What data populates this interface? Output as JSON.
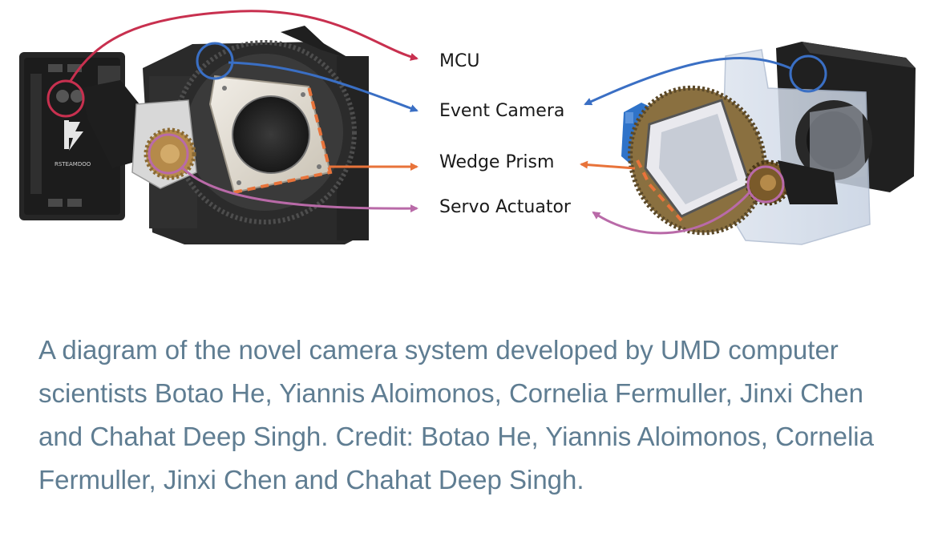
{
  "labels": {
    "mcu": "MCU",
    "event_camera": "Event Camera",
    "wedge_prism": "Wedge Prism",
    "servo_actuator": "Servo Actuator"
  },
  "board_logo_text": "RSTEAMDOO",
  "caption": "A diagram of the novel camera system developed by UMD computer scientists Botao He, Yiannis Aloimonos, Cornelia Fermuller, Jinxi Chen and Chahat Deep Singh. Credit: Botao He, Yiannis Aloimonos, Cornelia Fermuller, Jinxi Chen and Chahat Deep Singh.",
  "colors": {
    "mcu": "#c8304f",
    "event_camera": "#3a6fc4",
    "wedge_prism": "#e8733a",
    "servo_actuator": "#b96aa8",
    "caption_text": "#5f7d92"
  }
}
